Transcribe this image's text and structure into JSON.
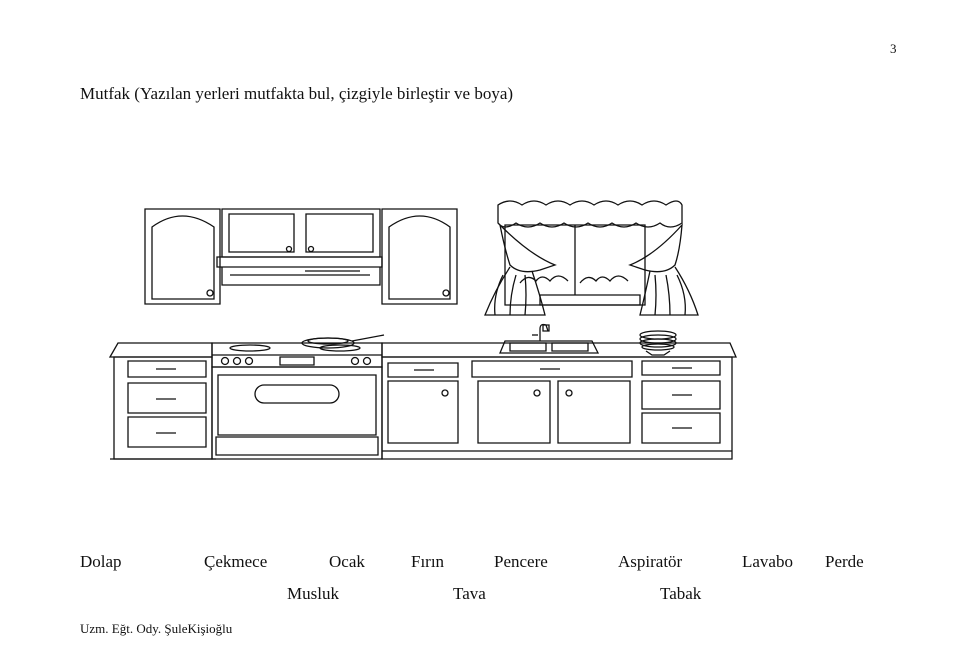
{
  "page_number": "3",
  "title": "Mutfak (Yazılan yerleri mutfakta bul, çizgiyle birleştir ve boya)",
  "words_row1": [
    "Dolap",
    "Çekmece",
    "Ocak",
    "Fırın",
    "Pencere",
    "Aspiratör",
    "Lavabo",
    "Perde"
  ],
  "words_row2": [
    "Musluk",
    "Tava",
    "Tabak"
  ],
  "author": "Uzm. Eğt. Ody. ŞuleKişioğlu"
}
